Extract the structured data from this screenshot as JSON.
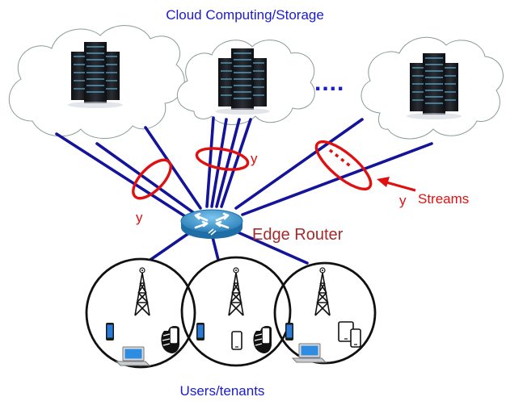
{
  "labels": {
    "cloud_title": "Cloud Computing/Storage",
    "ellipsis": "....",
    "edge_router": "Edge Router",
    "streams": "Streams",
    "users": "Users/tenants",
    "y_symbol": "y"
  },
  "colors": {
    "title_blue": "#1b1bcf",
    "link_blue": "#14149a",
    "stream_red": "#e01010",
    "router_text": "#a52a2a",
    "cloud_outline": "#8a9a9a",
    "router_body": "#3b93cc",
    "server_dark": "#1c1e22",
    "server_light": "#5fc3ee"
  },
  "icons": {
    "server": "server-rack-icon",
    "router": "router-icon",
    "tower": "cell-tower-icon",
    "phone": "smartphone-icon",
    "tablet": "tablet-icon",
    "laptop": "laptop-icon",
    "hand_phone": "hand-holding-phone-icon"
  }
}
